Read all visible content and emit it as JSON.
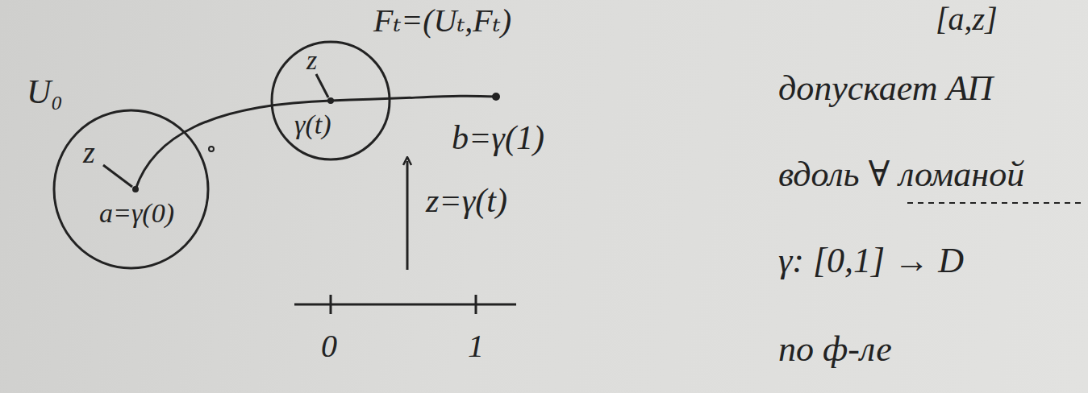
{
  "diagram": {
    "nodes": [
      {
        "text": [
          "U₀",
          "z",
          "a=γ(0)"
        ]
      },
      {
        "text": [
          "Fₜ=(Uₜ,Fₜ)",
          "z",
          "γ(t)"
        ]
      }
    ],
    "labels": [
      "b=γ(1)",
      "z=γ(t)",
      "0",
      "1",
      "[a,z]",
      "допускает АП",
      "вдоль ∀ ломаной",
      "γ: [0,1] → D",
      "по ф-ле"
    ]
  }
}
